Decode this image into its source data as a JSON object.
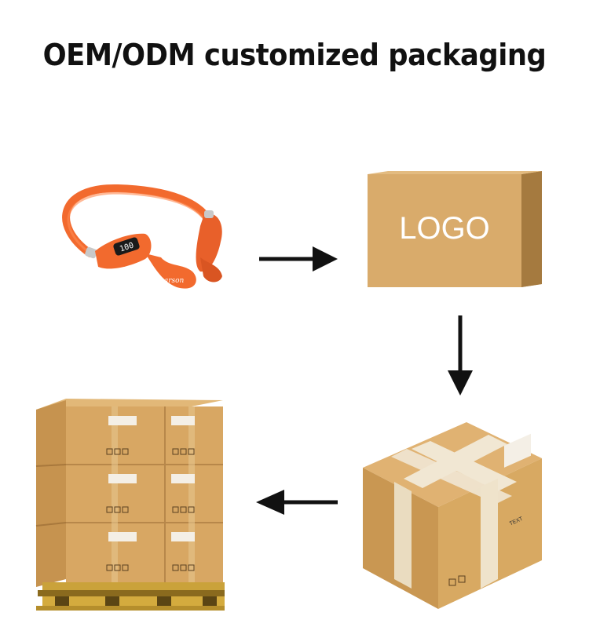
{
  "title": "OEM/ODM customized packaging",
  "earphone": {
    "brand_text": "Hearson",
    "display_text": "100"
  },
  "logo_box": {
    "label": "LOGO"
  },
  "shipping_box": {
    "label_text": "TEXT"
  },
  "colors": {
    "earphone_orange": "#f26a2e",
    "cardboard": "#d7a968",
    "cardboard_dark": "#b98a4c",
    "tape": "#efe4cf",
    "arrow": "#111111"
  },
  "icons": [
    "headphone-icon",
    "arrow-right-icon",
    "arrow-down-icon",
    "arrow-left-icon"
  ]
}
